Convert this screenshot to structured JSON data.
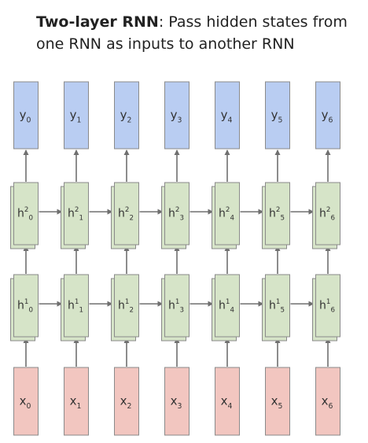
{
  "title": {
    "bold": "Two-layer RNN",
    "rest": ": Pass hidden states from one RNN as inputs to another RNN"
  },
  "colors": {
    "output": "#b9cdf2",
    "hidden": "#d6e4c8",
    "input": "#f2c6c0",
    "stroke": "#8a8a8a",
    "arrow": "#6f6f6f"
  },
  "outputs": [
    {
      "base": "y",
      "sub": "0"
    },
    {
      "base": "y",
      "sub": "1"
    },
    {
      "base": "y",
      "sub": "2"
    },
    {
      "base": "y",
      "sub": "3"
    },
    {
      "base": "y",
      "sub": "4"
    },
    {
      "base": "y",
      "sub": "5"
    },
    {
      "base": "y",
      "sub": "6"
    }
  ],
  "layer2": [
    {
      "base": "h",
      "sup": "2",
      "sub": "0"
    },
    {
      "base": "h",
      "sup": "2",
      "sub": "1"
    },
    {
      "base": "h",
      "sup": "2",
      "sub": "2"
    },
    {
      "base": "h",
      "sup": "2",
      "sub": "3"
    },
    {
      "base": "h",
      "sup": "2",
      "sub": "4"
    },
    {
      "base": "h",
      "sup": "2",
      "sub": "5"
    },
    {
      "base": "h",
      "sup": "2",
      "sub": "6"
    }
  ],
  "layer1": [
    {
      "base": "h",
      "sup": "1",
      "sub": "0"
    },
    {
      "base": "h",
      "sup": "1",
      "sub": "1"
    },
    {
      "base": "h",
      "sup": "1",
      "sub": "2"
    },
    {
      "base": "h",
      "sup": "1",
      "sub": "3"
    },
    {
      "base": "h",
      "sup": "1",
      "sub": "4"
    },
    {
      "base": "h",
      "sup": "1",
      "sub": "5"
    },
    {
      "base": "h",
      "sup": "1",
      "sub": "6"
    }
  ],
  "inputs": [
    {
      "base": "x",
      "sub": "0"
    },
    {
      "base": "x",
      "sub": "1"
    },
    {
      "base": "x",
      "sub": "2"
    },
    {
      "base": "x",
      "sub": "3"
    },
    {
      "base": "x",
      "sub": "4"
    },
    {
      "base": "x",
      "sub": "5"
    },
    {
      "base": "x",
      "sub": "6"
    }
  ]
}
